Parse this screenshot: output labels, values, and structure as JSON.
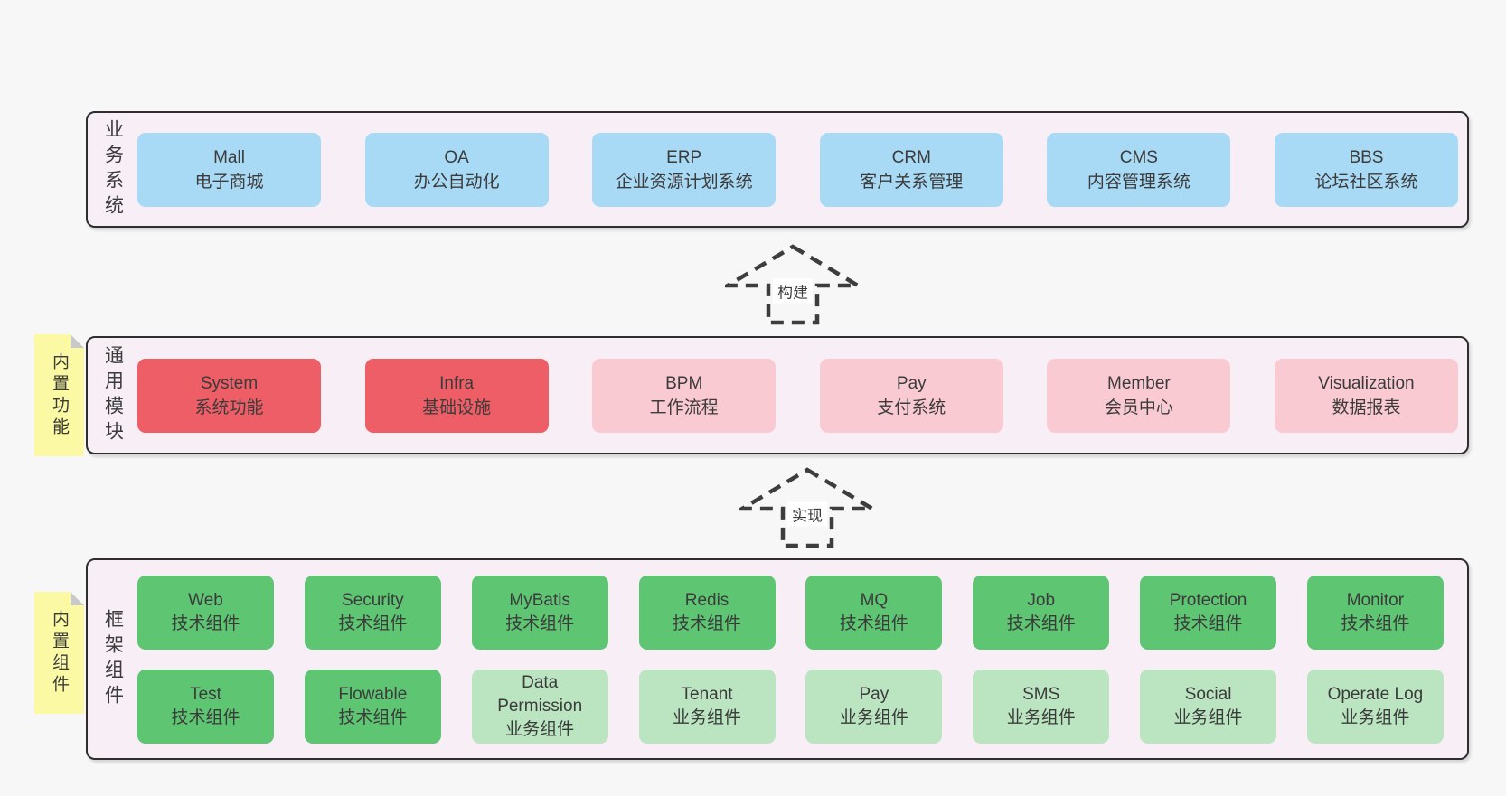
{
  "colors": {
    "bg": "#f7f7f7",
    "panel": "#f8eef6",
    "panelBorder": "#2e2e2e",
    "text": "#3b3b3b",
    "blue": "#a9daf5",
    "red": "#ee5e66",
    "pink": "#facad3",
    "green": "#5ec573",
    "lightgreen": "#bbe5c1",
    "yellow": "#fbf9a3",
    "fold": "#c9c9c9"
  },
  "arrows": [
    {
      "label": "构建"
    },
    {
      "label": "实现"
    }
  ],
  "layers": [
    {
      "label": "业务系统",
      "cards": [
        {
          "name": "Mall",
          "desc": "电子商城",
          "variant": "blue"
        },
        {
          "name": "OA",
          "desc": "办公自动化",
          "variant": "blue"
        },
        {
          "name": "ERP",
          "desc": "企业资源计划系统",
          "variant": "blue"
        },
        {
          "name": "CRM",
          "desc": "客户关系管理",
          "variant": "blue"
        },
        {
          "name": "CMS",
          "desc": "内容管理系统",
          "variant": "blue"
        },
        {
          "name": "BBS",
          "desc": "论坛社区系统",
          "variant": "blue"
        }
      ]
    },
    {
      "label": "通用模块",
      "note": "内置功能",
      "cards": [
        {
          "name": "System",
          "desc": "系统功能",
          "variant": "red"
        },
        {
          "name": "Infra",
          "desc": "基础设施",
          "variant": "red"
        },
        {
          "name": "BPM",
          "desc": "工作流程",
          "variant": "pink"
        },
        {
          "name": "Pay",
          "desc": "支付系统",
          "variant": "pink"
        },
        {
          "name": "Member",
          "desc": "会员中心",
          "variant": "pink"
        },
        {
          "name": "Visualization",
          "desc": "数据报表",
          "variant": "pink"
        }
      ]
    },
    {
      "label": "框架组件",
      "note": "内置组件",
      "cards": [
        {
          "name": "Web",
          "desc": "技术组件",
          "variant": "green"
        },
        {
          "name": "Security",
          "desc": "技术组件",
          "variant": "green"
        },
        {
          "name": "MyBatis",
          "desc": "技术组件",
          "variant": "green"
        },
        {
          "name": "Redis",
          "desc": "技术组件",
          "variant": "green"
        },
        {
          "name": "MQ",
          "desc": "技术组件",
          "variant": "green"
        },
        {
          "name": "Job",
          "desc": "技术组件",
          "variant": "green"
        },
        {
          "name": "Protection",
          "desc": "技术组件",
          "variant": "green"
        },
        {
          "name": "Monitor",
          "desc": "技术组件",
          "variant": "green"
        },
        {
          "name": "Test",
          "desc": "技术组件",
          "variant": "green"
        },
        {
          "name": "Flowable",
          "desc": "技术组件",
          "variant": "green"
        },
        {
          "name": "Data Permission",
          "desc": "业务组件",
          "variant": "lightgreen"
        },
        {
          "name": "Tenant",
          "desc": "业务组件",
          "variant": "lightgreen"
        },
        {
          "name": "Pay",
          "desc": "业务组件",
          "variant": "lightgreen"
        },
        {
          "name": "SMS",
          "desc": "业务组件",
          "variant": "lightgreen"
        },
        {
          "name": "Social",
          "desc": "业务组件",
          "variant": "lightgreen"
        },
        {
          "name": "Operate Log",
          "desc": "业务组件",
          "variant": "lightgreen"
        }
      ]
    }
  ]
}
